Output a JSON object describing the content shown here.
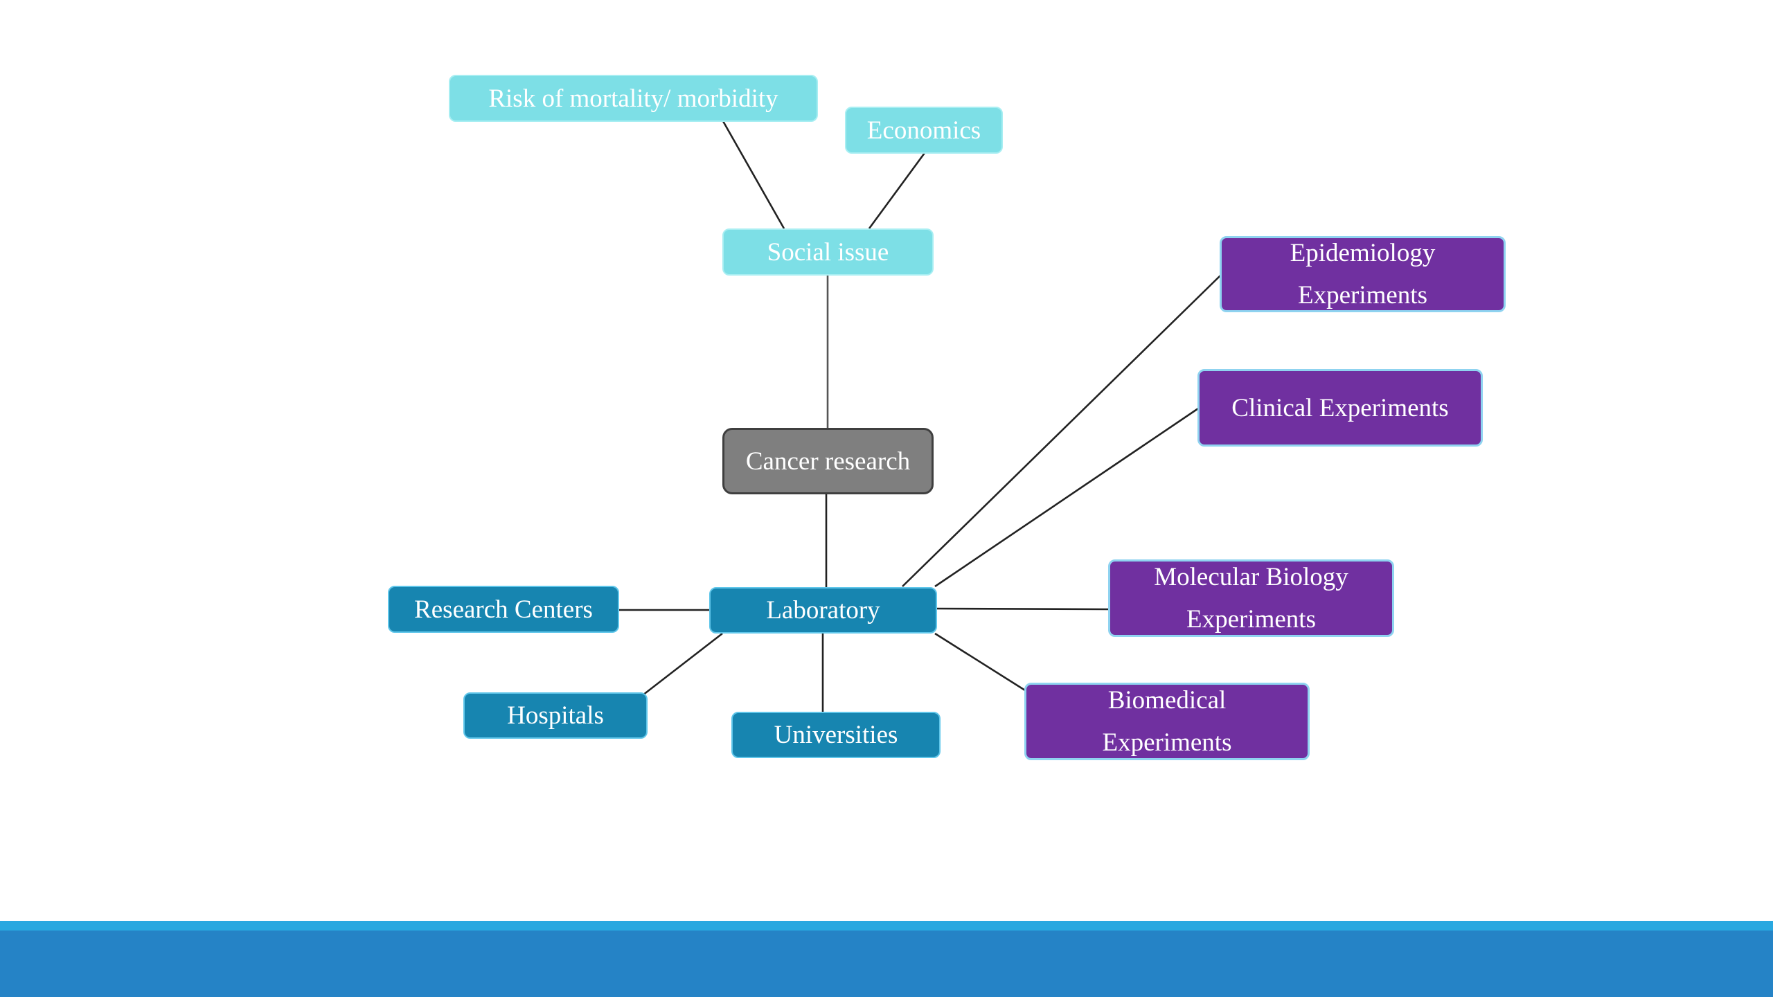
{
  "diagram": {
    "nodes": {
      "risk": "Risk of mortality/ morbidity",
      "economics": "Economics",
      "social_issue": "Social issue",
      "cancer_research": "Cancer research",
      "laboratory": "Laboratory",
      "research_centers": "Research Centers",
      "hospitals": "Hospitals",
      "universities": "Universities",
      "epidemiology": "Epidemiology Experiments",
      "clinical": "Clinical Experiments",
      "molecular": "Molecular Biology Experiments",
      "biomedical": "Biomedical Experiments"
    },
    "colors": {
      "social_nodes": "#7ddfe6",
      "lab_nodes": "#1785b0",
      "experiment_nodes": "#7030a0",
      "center_node": "#7f7f7f",
      "footer": "#2583c6",
      "footer_stripe": "#29a8e0"
    },
    "edges": [
      [
        "risk",
        "social_issue"
      ],
      [
        "economics",
        "social_issue"
      ],
      [
        "social_issue",
        "cancer_research"
      ],
      [
        "cancer_research",
        "laboratory"
      ],
      [
        "laboratory",
        "research_centers"
      ],
      [
        "laboratory",
        "hospitals"
      ],
      [
        "laboratory",
        "universities"
      ],
      [
        "laboratory",
        "epidemiology"
      ],
      [
        "laboratory",
        "clinical"
      ],
      [
        "laboratory",
        "molecular"
      ],
      [
        "laboratory",
        "biomedical"
      ]
    ]
  }
}
